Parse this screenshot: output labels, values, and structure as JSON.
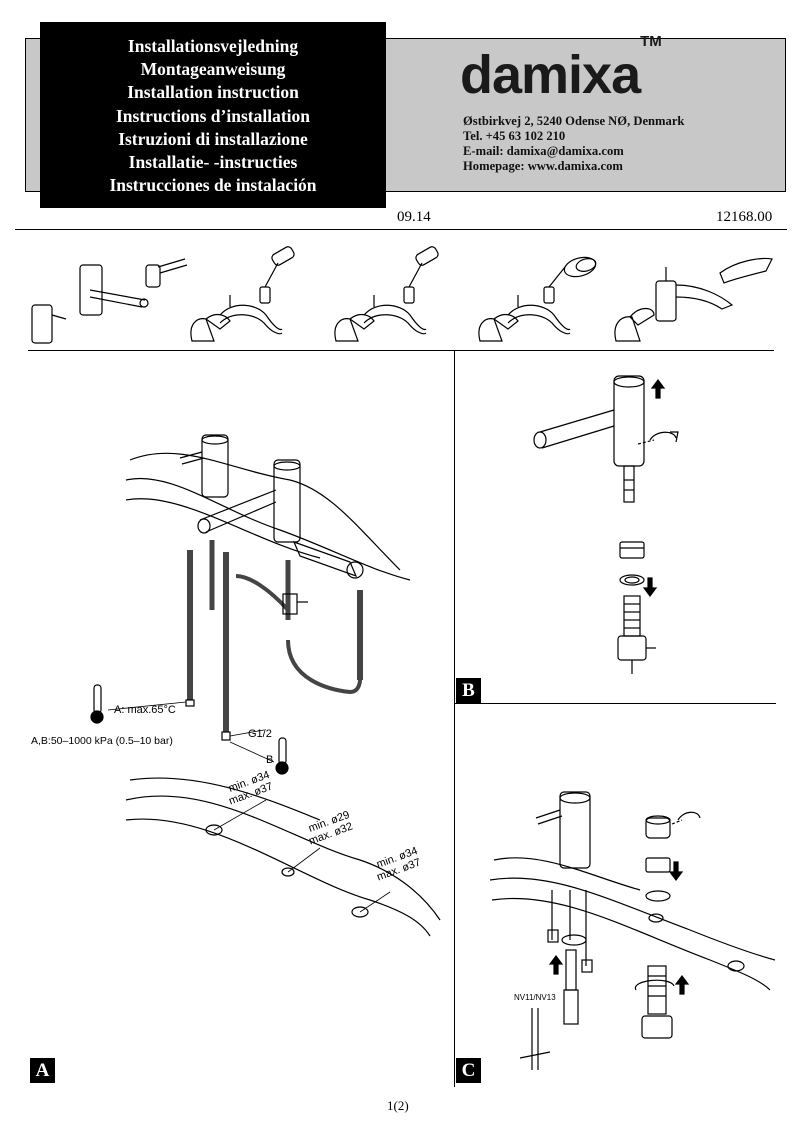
{
  "header": {
    "titles": [
      "Installationsvejledning",
      "Montageanweisung",
      "Installation instruction",
      "Instructions d’installation",
      "Istruzioni di installazione",
      "Installatie- -instructies",
      "Instrucciones de instalación"
    ],
    "brand": "damixa",
    "trademark": "TM",
    "contact": [
      "Østbirkvej 2, 5240 Odense NØ, Denmark",
      "Tel. +45 63 102 210",
      "E-mail: damixa@damixa.com",
      "Homepage: www.damixa.com"
    ],
    "date": "09.14",
    "doc_number": "12168.00"
  },
  "panel_a": {
    "label": "A",
    "temp_note": "A: max.65°C",
    "pressure_note": "A,B:50–1000 kPa (0.5–10 bar)",
    "thread_note": "G1/2",
    "hose_b": "B",
    "holes": [
      {
        "min": "min. ø34",
        "max": "max. ø37"
      },
      {
        "min": "min. ø29",
        "max": "max. ø32"
      },
      {
        "min": "min. ø34",
        "max": "max. ø37"
      }
    ]
  },
  "panel_b": {
    "label": "B"
  },
  "panel_c": {
    "label": "C",
    "tool_label": "NV11/NV13"
  },
  "footer": {
    "page": "1(2)"
  }
}
